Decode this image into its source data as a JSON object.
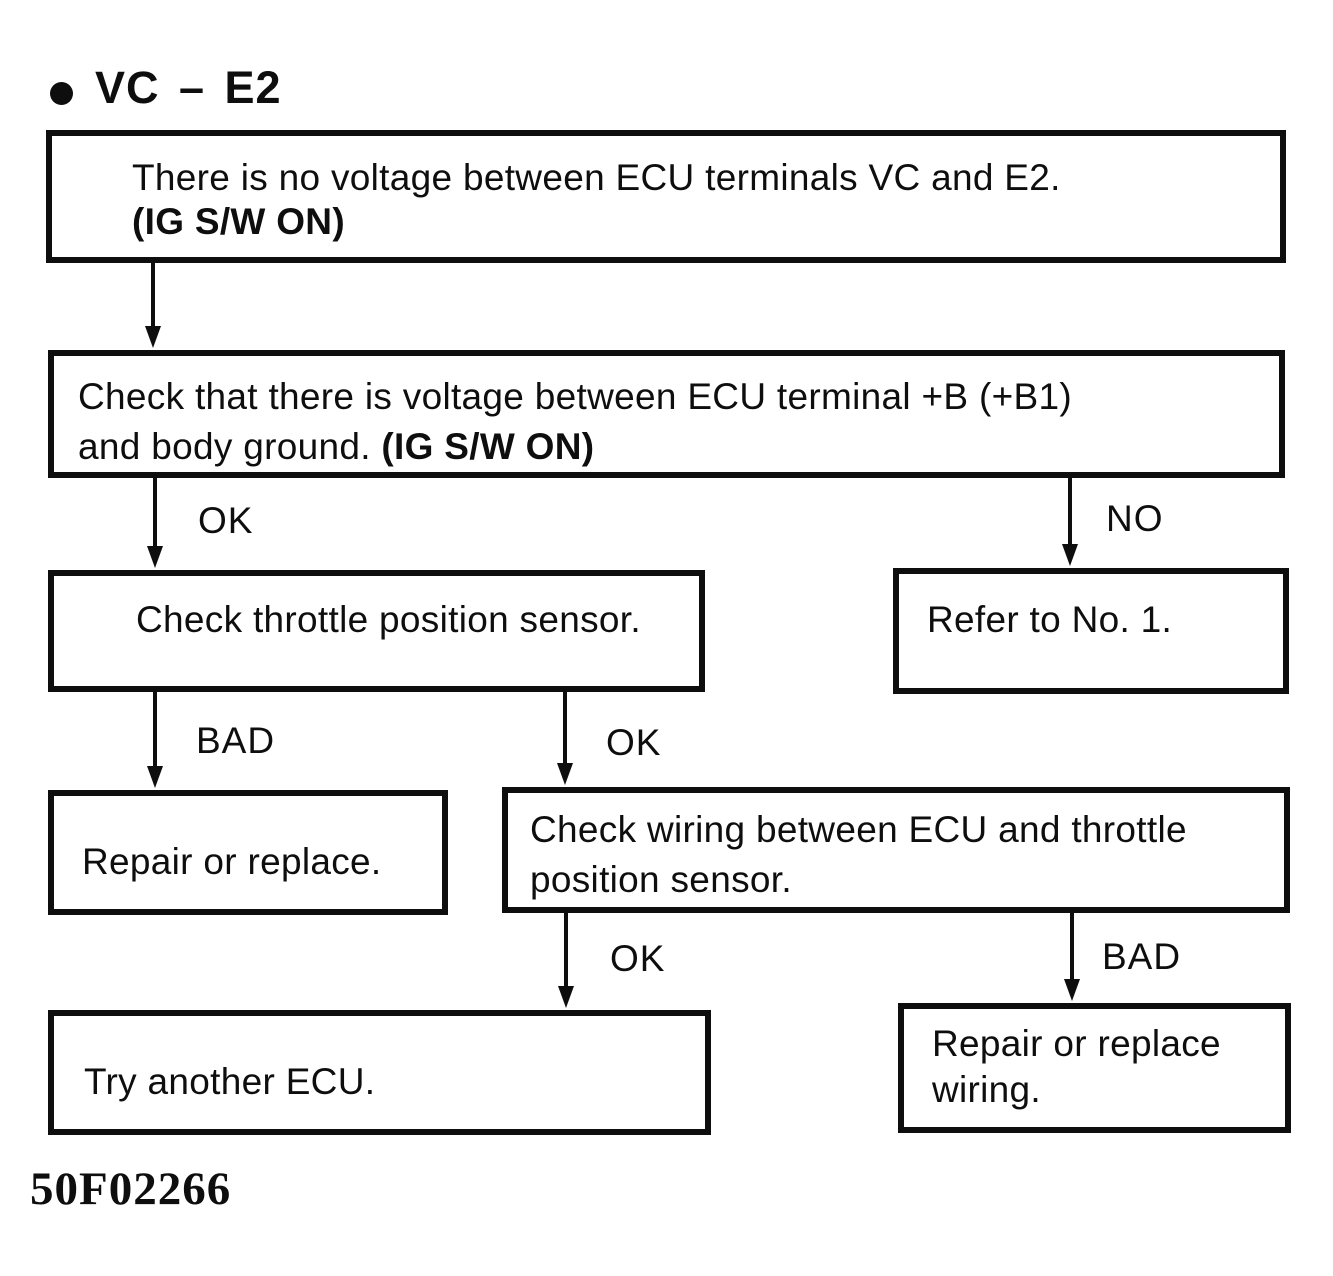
{
  "title": {
    "text": "VC – E2"
  },
  "boxes": {
    "no_voltage": {
      "line1": "There is no voltage between ECU terminals VC and E2.",
      "line2_bold": "(IG S/W ON)"
    },
    "check_voltage": {
      "line1": "Check that there is voltage between ECU terminal +B (+B1)",
      "line2_normal": "and body ground.",
      "line2_bold": "(IG S/W ON)"
    },
    "check_throttle_sensor": {
      "text": "Check throttle position sensor."
    },
    "refer_no1": {
      "text": "Refer to No. 1."
    },
    "repair_or_replace": {
      "text": "Repair or replace."
    },
    "check_wiring": {
      "line1": "Check wiring between ECU and throttle",
      "line2": "position sensor."
    },
    "try_another_ecu": {
      "text": "Try another ECU."
    },
    "repair_wiring": {
      "line1": "Repair or replace",
      "line2": "wiring."
    }
  },
  "branch_labels": {
    "ok1": "OK",
    "no1": "NO",
    "bad1": "BAD",
    "ok2": "OK",
    "ok3": "OK",
    "bad2": "BAD"
  },
  "footer": {
    "code": "50F02266"
  },
  "colors": {
    "ink": "#0e0e0e",
    "paper": "#ffffff"
  }
}
